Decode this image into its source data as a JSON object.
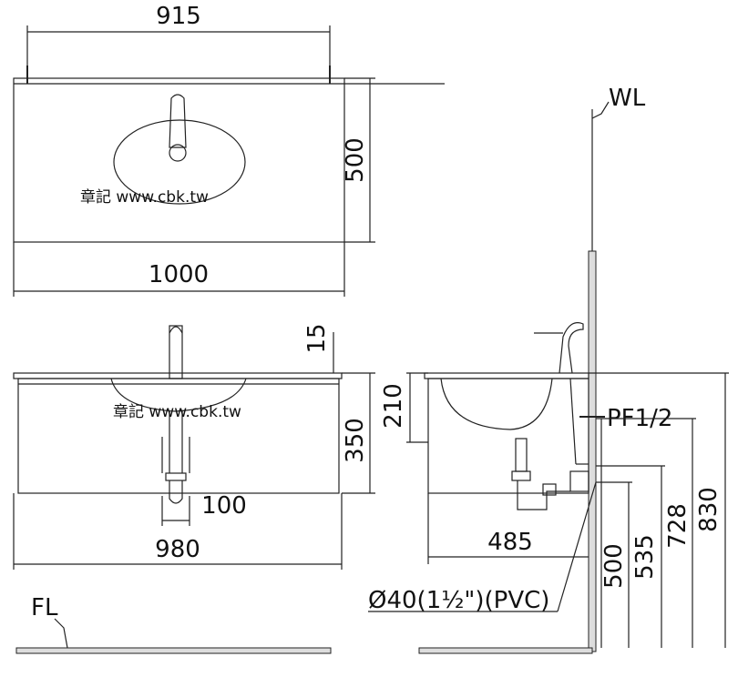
{
  "dimensions": {
    "top_width": "915",
    "top_depth": "500",
    "top_length": "1000",
    "front_faucet_height": "15",
    "front_cabinet_height": "350",
    "front_drain_spacing": "100",
    "front_width": "980",
    "side_basin_depth": "210",
    "side_depth": "485",
    "side_pf_height": "500",
    "side_drain_height": "535",
    "side_rim_height": "728",
    "side_total_height": "830"
  },
  "labels": {
    "wall_line": "WL",
    "floor_line": "FL",
    "supply_fitting": "PF1/2",
    "drain_pipe": "Ø40(1½\")(PVC)"
  },
  "watermark": {
    "top": "章記 www.cbk.tw",
    "front": "章記 www.cbk.tw"
  }
}
